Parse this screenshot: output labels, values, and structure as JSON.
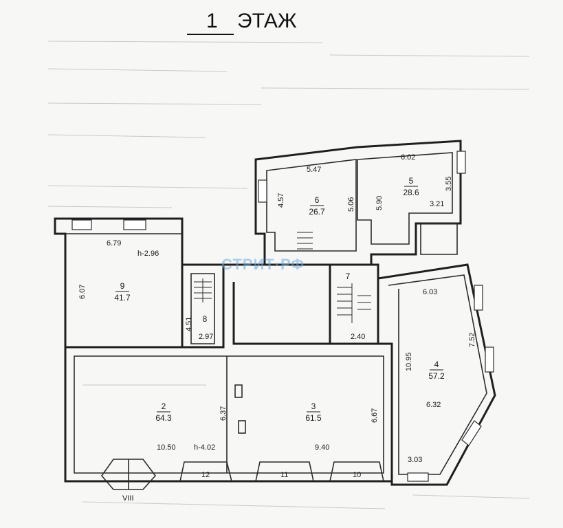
{
  "title": {
    "number": "1",
    "word": "ЭТАЖ"
  },
  "watermark": "СТРИТ·РФ",
  "rooms": [
    {
      "id": "room-2",
      "number": "2",
      "area": "64.3"
    },
    {
      "id": "room-3",
      "number": "3",
      "area": "61.5"
    },
    {
      "id": "room-4",
      "number": "4",
      "area": "57.2"
    },
    {
      "id": "room-5",
      "number": "5",
      "area": "28.6"
    },
    {
      "id": "room-6",
      "number": "6",
      "area": "26.7"
    },
    {
      "id": "room-7",
      "number": "7"
    },
    {
      "id": "room-8",
      "number": "8"
    },
    {
      "id": "room-9",
      "number": "9",
      "area": "41.7"
    }
  ],
  "bay_numbers": [
    "12",
    "11",
    "10"
  ],
  "entrance_label": "VIII",
  "dimensions": {
    "r9_top": "6.79",
    "r9_height_note": "h-2.96",
    "r9_side": "6.07",
    "r8_side": "4.51",
    "r8_bottom": "2.97",
    "r6_top": "5.47",
    "r6_left": "4.57",
    "r6_right": "5.06",
    "r5_top": "6.02",
    "r5_left": "5.90",
    "r5_right": "3.55",
    "r5_bottom": "3.21",
    "r7_bottom": "2.40",
    "r4_top": "6.03",
    "r4_right": "7.52",
    "r4_left": "10.95",
    "r4_mid": "6.32",
    "r4_bottom": "3.03",
    "r2_side": "6.37",
    "r2_bottom": "10.50",
    "r2_height_note": "h-4.02",
    "r3_side": "6.67",
    "r3_bottom": "9.40"
  },
  "colors": {
    "line": "#1f1f1f",
    "paper": "#f7f7f5",
    "watermark": "#6aa9e0"
  }
}
